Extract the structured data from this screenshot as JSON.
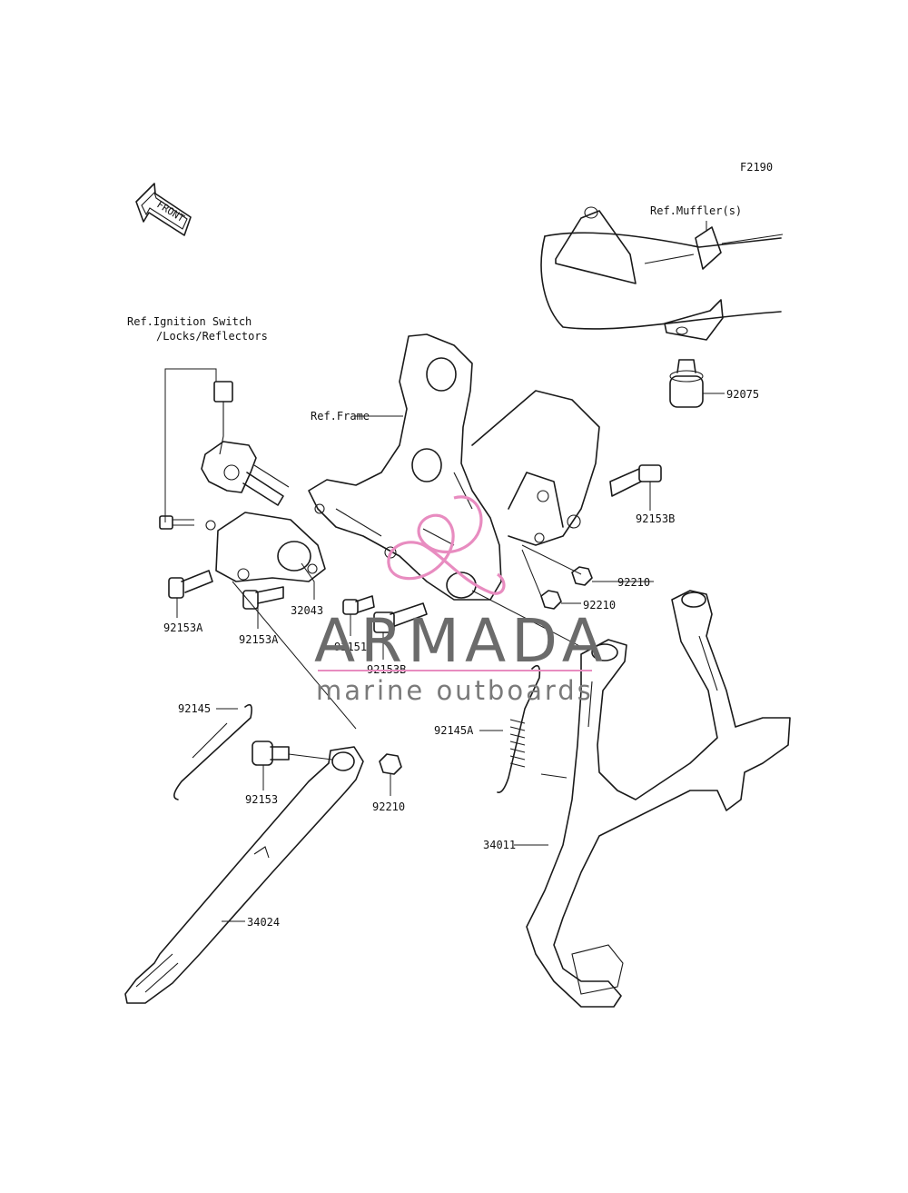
{
  "diagram": {
    "figure_code": "F2190",
    "front_arrow": "FRONT",
    "refs": {
      "muffler": "Ref.Muffler(s)",
      "ignition_line1": "Ref.Ignition Switch",
      "ignition_line2": "/Locks/Reflectors",
      "frame": "Ref.Frame"
    },
    "parts": {
      "p92075": "92075",
      "p92153B_top": "92153B",
      "p92210_a": "92210",
      "p92210_b": "92210",
      "p92210_c": "92210",
      "p92153A_left": "92153A",
      "p92153A_mid": "92153A",
      "p32043": "32043",
      "p92151": "92151",
      "p92153B_low": "92153B",
      "p92145": "92145",
      "p92145A": "92145A",
      "p92153": "92153",
      "p34011": "34011",
      "p34024": "34024"
    }
  },
  "watermark": {
    "brand": "ARMADA",
    "tagline": "marine outboards",
    "accent_color": "#e88cc0"
  }
}
